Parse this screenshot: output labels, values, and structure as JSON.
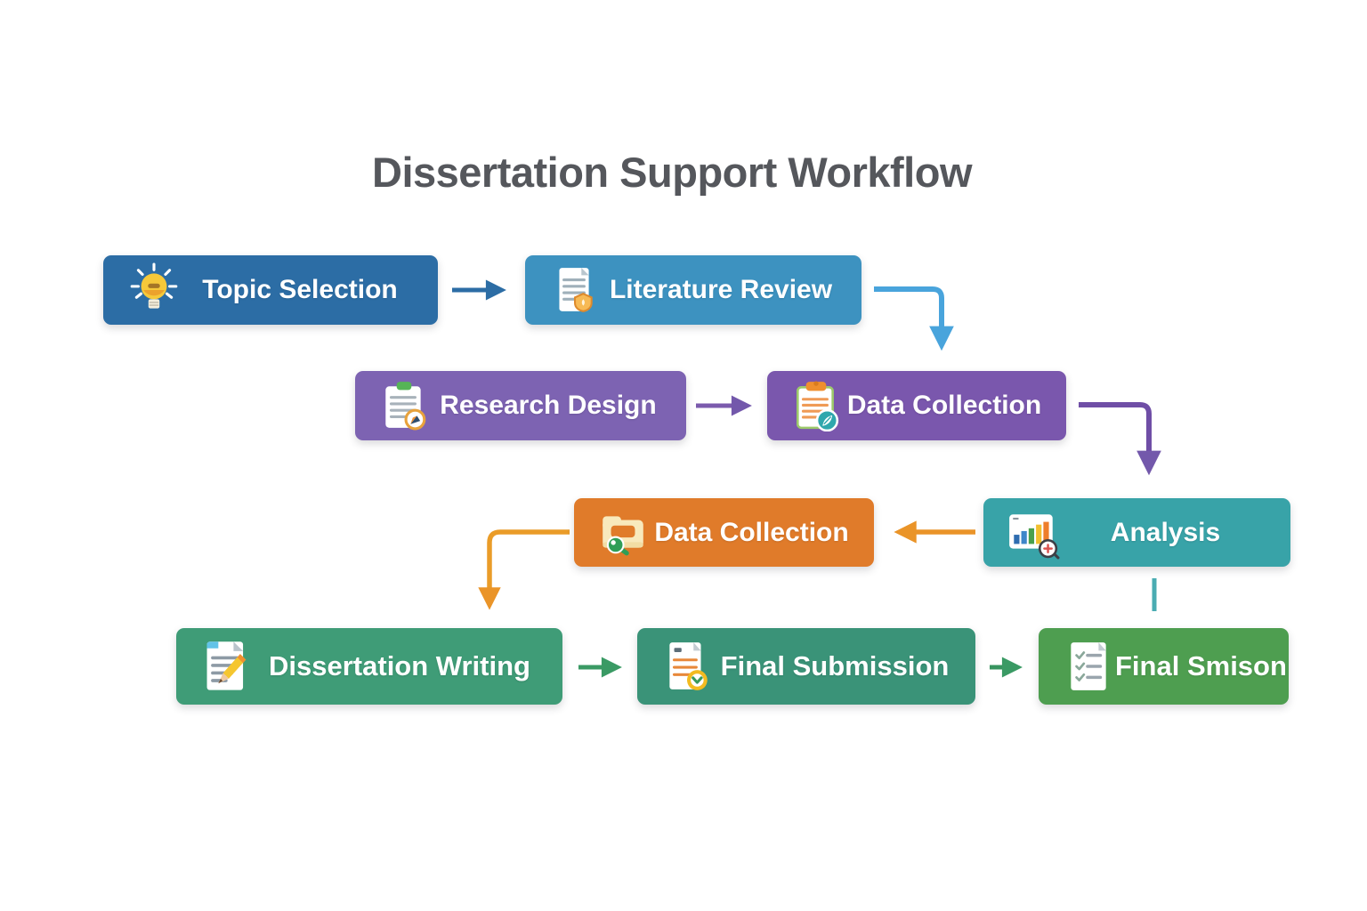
{
  "title": "Dissertation Support Workflow",
  "nodes": [
    {
      "id": "topic-selection",
      "label": "Topic Selection",
      "color": "#2c6da5",
      "icon": "lightbulb-icon"
    },
    {
      "id": "literature-review",
      "label": "Literature Review",
      "color": "#3d92c0",
      "icon": "document-review-icon"
    },
    {
      "id": "research-design",
      "label": "Research Design",
      "color": "#7d63b2",
      "icon": "clipboard-compass-icon"
    },
    {
      "id": "data-collection",
      "label": "Data Collection",
      "color": "#7a57ad",
      "icon": "clipboard-compass-orange-icon"
    },
    {
      "id": "data-collection-2",
      "label": "Data Collection",
      "color": "#e07b2a",
      "icon": "folder-key-icon"
    },
    {
      "id": "analysis",
      "label": "Analysis",
      "color": "#38a3a8",
      "icon": "bar-chart-magnifier-icon"
    },
    {
      "id": "dissertation-writing",
      "label": "Dissertation Writing",
      "color": "#3f9c77",
      "icon": "document-pencil-icon"
    },
    {
      "id": "final-submission",
      "label": "Final Submission",
      "color": "#3a9378",
      "icon": "document-check-icon"
    },
    {
      "id": "final-smison",
      "label": "Final Smison",
      "color": "#4e9e50",
      "icon": "checklist-icon"
    }
  ],
  "edges": [
    {
      "from": "topic-selection",
      "to": "literature-review",
      "color": "#2c6da5",
      "shape": "right"
    },
    {
      "from": "literature-review",
      "to": "data-collection",
      "color": "#49a4dc",
      "shape": "right-then-down"
    },
    {
      "from": "research-design",
      "to": "data-collection",
      "color": "#7b5bad",
      "shape": "right"
    },
    {
      "from": "data-collection",
      "to": "analysis",
      "color": "#6f4ea6",
      "shape": "right-then-down"
    },
    {
      "from": "analysis",
      "to": "data-collection-2",
      "color": "#ea9428",
      "shape": "left"
    },
    {
      "from": "data-collection-2",
      "to": "dissertation-writing",
      "color": "#ea9c28",
      "shape": "left-then-down"
    },
    {
      "from": "dissertation-writing",
      "to": "final-submission",
      "color": "#3a9a64",
      "shape": "right"
    },
    {
      "from": "final-submission",
      "to": "final-smison",
      "color": "#38945f",
      "shape": "right"
    },
    {
      "from": "analysis",
      "to": "final-smison",
      "color": "#4aacb2",
      "shape": "down-segment-no-arrowhead"
    }
  ],
  "colors": {
    "background": "#ffffff",
    "title_text": "#55575c",
    "node_text": "#ffffff"
  }
}
